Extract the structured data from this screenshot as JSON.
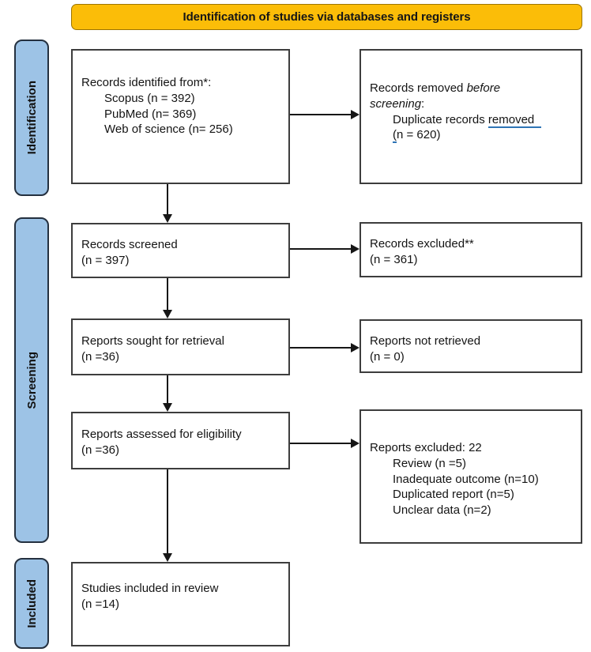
{
  "banner": {
    "title": "Identification of studies via databases and registers"
  },
  "sidebar": {
    "stages": [
      "Identification",
      "Screening",
      "Included"
    ]
  },
  "boxes": {
    "records_identified": {
      "title": "Records identified from*:",
      "items": [
        "Scopus (n = 392)",
        "PubMed (n= 369)",
        "Web of science (n= 256)"
      ]
    },
    "records_removed": {
      "line1_normal": "Records removed ",
      "line1_italic": "before",
      "line2_italic": "screening",
      "line2_normal": ":",
      "item_normal": "Duplicate records ",
      "item_underlined": "removed",
      "item2_underlined": "(",
      "item2_rest": "n = 620)"
    },
    "records_screened": {
      "line1": "Records screened",
      "line2": "(n = 397)"
    },
    "records_excluded": {
      "line1": "Records excluded**",
      "line2": "(n = 361)"
    },
    "reports_sought": {
      "line1": "Reports sought for retrieval",
      "line2": "(n =36)"
    },
    "reports_not_retrieved": {
      "line1": "Reports not retrieved",
      "line2": "(n = 0)"
    },
    "reports_assessed": {
      "line1": "Reports assessed for eligibility",
      "line2": "(n =36)"
    },
    "reports_excluded": {
      "title": "Reports excluded: 22",
      "items": [
        "Review (n =5)",
        "Inadequate outcome (n=10)",
        "Duplicated report (n=5)",
        "Unclear data (n=2)"
      ]
    },
    "studies_included": {
      "line1": "Studies included in review",
      "line2": "(n =14)"
    }
  },
  "colors": {
    "banner_fill": "#FBBD08",
    "sidebar_fill": "#9DC3E6",
    "box_border": "#3d3d3d",
    "arrow": "#161616",
    "underline_accent": "#2E74B5"
  }
}
